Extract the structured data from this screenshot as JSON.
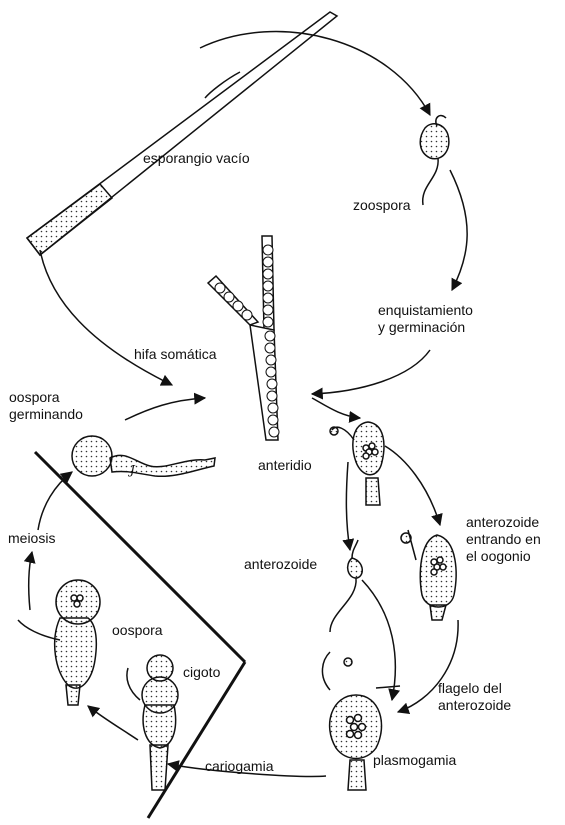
{
  "labels": {
    "esporangio_vacio": "esporangio vacío",
    "zoospora": "zoospora",
    "enquistamiento": "enquistamiento\ny germinación",
    "hifa_somatica": "hifa somática",
    "oospora_germinando": "oospora\ngerminando",
    "anteridio": "anteridio",
    "anterozoide": "anterozoide",
    "anterozoide_entrando": "anterozoide\nentrando en\nel oogonio",
    "meiosis": "meiosis",
    "oospora": "oospora",
    "cigoto": "cigoto",
    "flagelo": "flagelo del\nanterozoide",
    "cariogamia": "cariogamia",
    "plasmogamia": "plasmogamia"
  },
  "colors": {
    "ink": "#111111",
    "paper": "#ffffff",
    "stipple": "#555555"
  }
}
